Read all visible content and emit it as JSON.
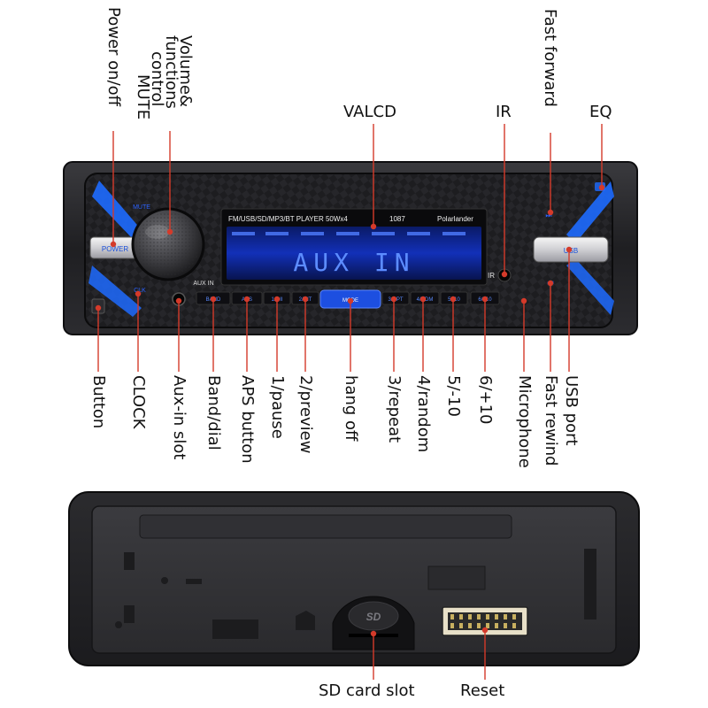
{
  "device": {
    "model_text": "FM/USB/SD/MP3/BT  PLAYER  50Wx4",
    "model_number": "1087",
    "brand": "Polarlander",
    "display_text": "AUX IN",
    "power_label": "POWER",
    "usb_label": "USB",
    "mute_label": "MUTE",
    "clk_label": "CLK",
    "aux_in_label": "AUX IN",
    "ir_label": "IR",
    "buttons": [
      "BAND",
      "APS",
      "1/▶II",
      "2/INT",
      "MODE",
      "3/RPT",
      "4/RDM",
      "5/-10",
      "6/+10"
    ],
    "sd_label": "SD"
  },
  "labels": {
    "top": {
      "power": "Power on/off",
      "volume_lines": [
        "Volume&",
        "functions",
        "control",
        "MUTE"
      ],
      "valcd": "VALCD",
      "ir": "IR",
      "fast_forward": "Fast forward",
      "eq": "EQ"
    },
    "bottom": {
      "button": "Button",
      "clock": "CLOCK",
      "aux_in_slot": "Aux-in slot",
      "band_dial": "Band/dial",
      "aps_button": "APS button",
      "pause": "1/pause",
      "preview": "2/preview",
      "hang_off": "hang off",
      "repeat": "3/repeat",
      "random": "4/random",
      "minus10": "5/-10",
      "plus10": "6/+10",
      "microphone": "Microphone",
      "fast_rewind": "Fast rewind",
      "usb_port": "USB port"
    },
    "back": {
      "sd_card_slot": "SD card slot",
      "reset": "Reset"
    }
  },
  "colors": {
    "accent_blue": "#1e6bff",
    "annotation_line": "#d43a2a",
    "lcd_blue": "#2d63ff",
    "body_dark": "#1c1c1e"
  }
}
